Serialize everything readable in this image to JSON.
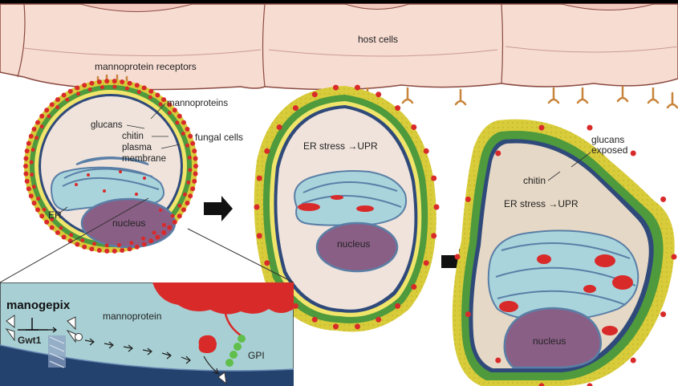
{
  "labels": {
    "host_cells": "host cells",
    "mannoprotein_receptors": "mannoprotein receptors",
    "mannoproteins": "mannoproteins",
    "glucans": "glucans",
    "chitin": "chitin",
    "plasma": "plasma",
    "membrane": "membrane",
    "fungal_cells": "fungal cells",
    "er": "ER",
    "nucleus": "nucleus",
    "er_stress_upr": "ER stress →UPR",
    "glucans_exposed_line1": "glucans",
    "glucans_exposed_line2": "exposed"
  },
  "inset": {
    "drug": "manogepix",
    "target": "Gwt1",
    "mannoprotein": "mannoprotein",
    "gpi": "GPI"
  },
  "colors": {
    "host_cell_fill": "#f7dcd2",
    "host_cell_stroke": "#8a4a40",
    "receptor": "#c8843a",
    "mannoprotein_red": "#d92a2a",
    "wall_yellow": "#d9cc3a",
    "wall_green": "#4e9a3c",
    "membrane_blue": "#2f4a7a",
    "cytoplasm": "#efe3dc",
    "er_fill": "#a9d4dc",
    "er_stroke": "#5a7fa6",
    "nucleus_fill": "#8a5f86",
    "inset_bg": "#a8d0d4",
    "inset_membrane": "#23426e",
    "arrow": "#111111"
  }
}
